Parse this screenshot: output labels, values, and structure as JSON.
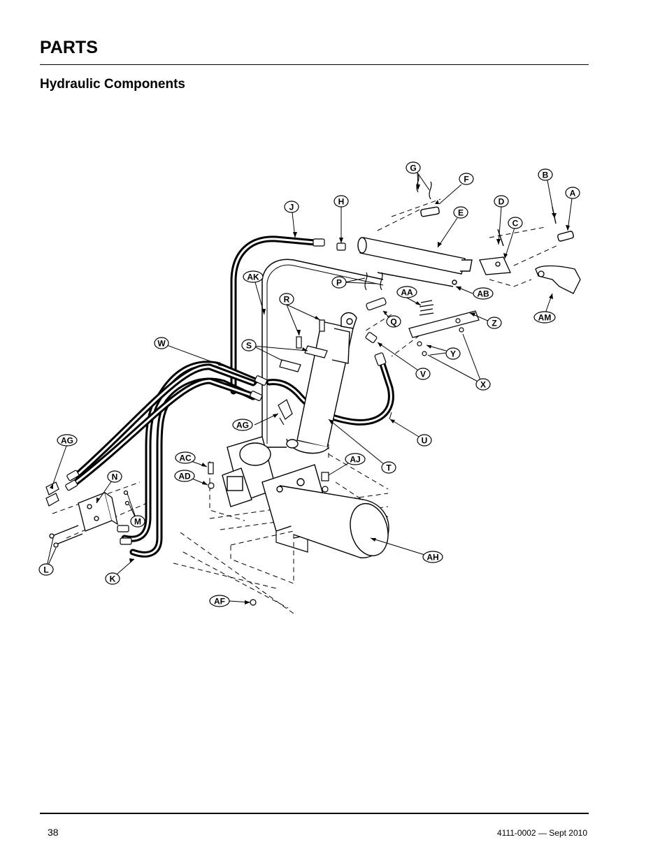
{
  "header": {
    "section_title": "PARTS",
    "subsection_title": "Hydraulic Components"
  },
  "diagram": {
    "callouts": [
      "G",
      "F",
      "B",
      "A",
      "H",
      "J",
      "D",
      "E",
      "C",
      "AK",
      "P",
      "AA",
      "AB",
      "R",
      "Q",
      "AM",
      "Z",
      "W",
      "S",
      "Y",
      "V",
      "X",
      "AG",
      "U",
      "AG",
      "T",
      "AC",
      "AJ",
      "AD",
      "N",
      "M",
      "AH",
      "L",
      "K",
      "AF"
    ]
  },
  "footer": {
    "page_number": "38",
    "doc_reference": "4111-0002 — Sept 2010"
  }
}
